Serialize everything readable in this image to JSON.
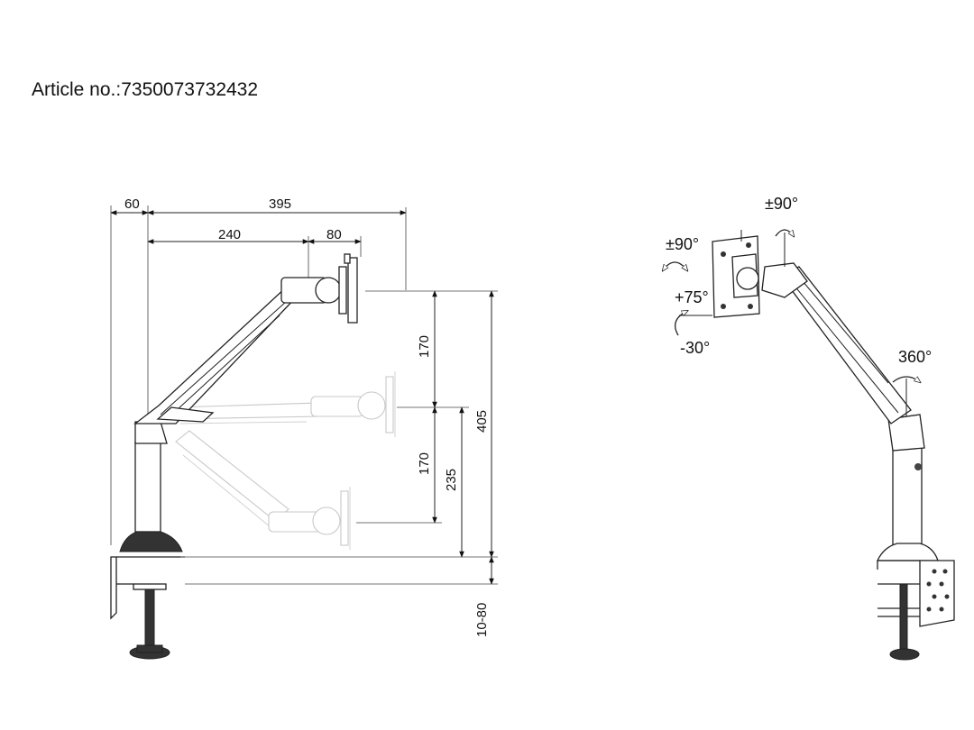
{
  "header": {
    "article_text": "Article no.:7350073732432"
  },
  "side_view": {
    "dimensions": {
      "top_60": "60",
      "top_395": "395",
      "top_240": "240",
      "top_80": "80",
      "v_170_upper": "170",
      "v_170_lower": "170",
      "v_235": "235",
      "v_405": "405",
      "v_clamp": "10-80"
    }
  },
  "rotation_view": {
    "angles": {
      "tilt_top": "±90°",
      "swivel_left": "±90°",
      "tilt_up": "+75°",
      "tilt_down": "-30°",
      "base_rotation": "360°"
    }
  }
}
